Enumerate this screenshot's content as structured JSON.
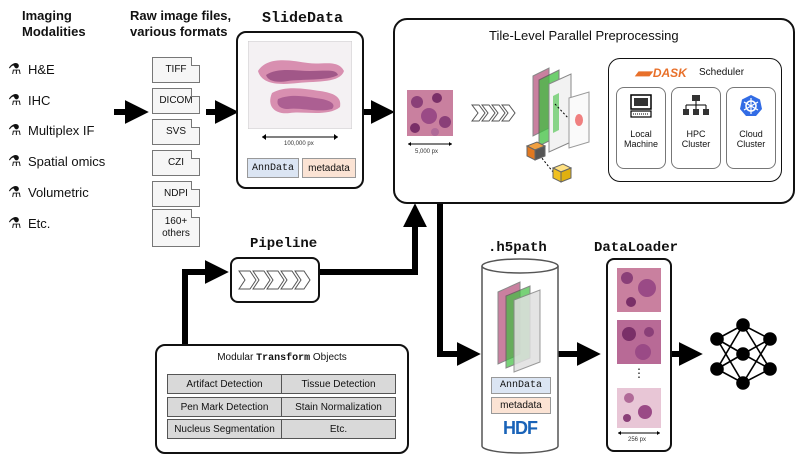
{
  "modalities": {
    "title_line1": "Imaging",
    "title_line2": "Modalities",
    "items": [
      "H&E",
      "IHC",
      "Multiplex IF",
      "Spatial omics",
      "Volumetric",
      "Etc."
    ],
    "icon": "microscope-icon"
  },
  "raw_files": {
    "title_line1": "Raw image files,",
    "title_line2": "various formats",
    "formats": [
      "TIFF",
      "DICOM",
      "SVS",
      "CZI",
      "NDPI",
      "160+ others"
    ]
  },
  "slidedata": {
    "title": "SlideData",
    "scale": "100,000 px",
    "anndata": "AnnData",
    "metadata": "metadata"
  },
  "preprocessing": {
    "title": "Tile-Level Parallel Preprocessing",
    "tile_scale": "5,000 px",
    "dask_logo": "DASK",
    "scheduler": "Scheduler",
    "targets": [
      {
        "line1": "Local",
        "line2": "Machine",
        "icon": "computer-icon"
      },
      {
        "line1": "HPC",
        "line2": "Cluster",
        "icon": "network-icon"
      },
      {
        "line1": "Cloud",
        "line2": "Cluster",
        "icon": "kubernetes-icon"
      }
    ]
  },
  "pipeline": {
    "title": "Pipeline"
  },
  "transforms": {
    "title_prefix": "Modular",
    "title_code": "Transform",
    "title_suffix": "Objects",
    "items": [
      "Artifact Detection",
      "Tissue Detection",
      "Pen Mark Detection",
      "Stain Normalization",
      "Nucleus Segmentation",
      "Etc."
    ]
  },
  "h5path": {
    "title": ".h5path",
    "anndata": "AnnData",
    "metadata": "metadata",
    "logo": "HDF"
  },
  "dataloader": {
    "title": "DataLoader",
    "ellipsis": "⋮",
    "scale": "256 px"
  },
  "colors": {
    "anndata_bg": "#dbe5f3",
    "metadata_bg": "#fbe3d4",
    "dask_orange": "#e8702a",
    "kubernetes_blue": "#326ce5",
    "hdf_blue": "#1a63b8",
    "tissue_pink": "#c9809f",
    "tissue_purple": "#8a3f78"
  }
}
